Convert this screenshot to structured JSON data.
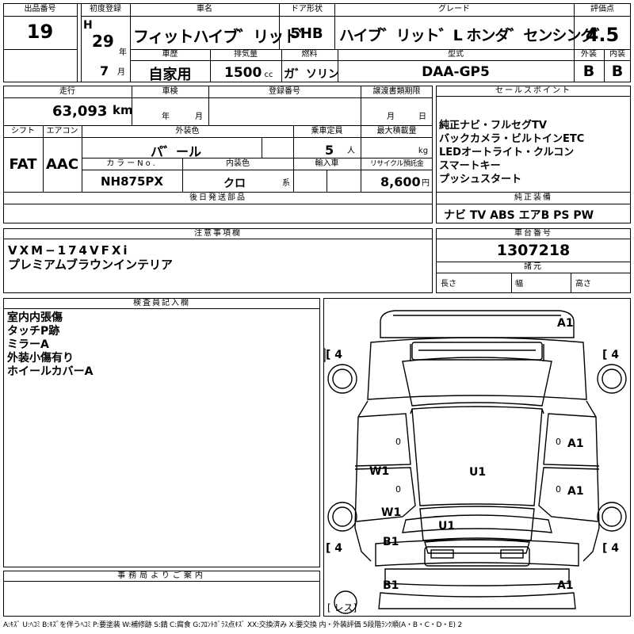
{
  "labels": {
    "lot_number": "出品番号",
    "first_registration": "初度登録",
    "car_name": "車名",
    "door_type": "ドア形状",
    "grade": "グレード",
    "score": "評価点",
    "history": "車歴",
    "displacement": "排気量",
    "fuel": "燃料",
    "model_code": "型式",
    "exterior": "外装",
    "interior": "内装",
    "mileage": "走行",
    "inspection": "車検",
    "registration_number": "登録番号",
    "transfer_deadline": "譲渡書類期限",
    "sales_points": "セールスポイント",
    "shift": "シフト",
    "aircon": "エアコン",
    "exterior_color": "外装色",
    "capacity": "乗車定員",
    "max_load": "最大積載量",
    "color_no": "カラーNo.",
    "interior_color": "内装色",
    "import": "輸入車",
    "recycle_fee": "リサイクル預託金",
    "later_parts": "後日発送部品",
    "standard_equipment": "純正装備",
    "notes": "注意事項欄",
    "chassis_number": "車台番号",
    "specs": "諸元",
    "inspector_notes": "検査員記入欄",
    "office_notice": "事務局よりご案内"
  },
  "units": {
    "year": "年",
    "month": "月",
    "cc": "cc",
    "km": "km",
    "person": "人",
    "kg": "kg",
    "yen": "円",
    "kei": "系",
    "length": "長さ",
    "width": "幅",
    "height": "高さ"
  },
  "values": {
    "lot_number": "19",
    "era": "H",
    "year": "29",
    "month": "7",
    "car_name": "フィットハイブ゛リット゛",
    "door_type": "5HB",
    "grade": "ハイブ゛リット゛L ホンダ゛センシング゛",
    "score": "4.5",
    "history": "自家用",
    "displacement": "1500",
    "fuel": "ガ゛ソリン",
    "model_code": "DAA-GP5",
    "exterior_grade": "B",
    "interior_grade": "B",
    "mileage": "63,093",
    "shift": "FAT",
    "aircon": "AAC",
    "exterior_color": "パ゛ール",
    "capacity": "5",
    "color_no": "NH875PX",
    "interior_color": "クロ",
    "recycle_fee": "8,600",
    "chassis_number": "1307218"
  },
  "sales_points": [
    "純正ナビ・フルセグTV",
    "バックカメラ・ビルトインETC",
    "LEDオートライト・クルコン",
    "スマートキー",
    "プッシュスタート"
  ],
  "equipment": "ナビ TV ABS エアB PS PW",
  "notes_lines": [
    "VXM−174VFXi",
    "プレミアムブラウンインテリア"
  ],
  "inspector_lines": [
    "室内内張傷",
    "タッチP跡",
    "ミラーA",
    "外装小傷有り",
    "ホイールカバーA"
  ],
  "diagram": {
    "marks": {
      "rear_a1": "A1",
      "right_front_door": "A1",
      "right_rear_door": "A1",
      "left_front_door": "W1",
      "left_rear_door": "W1",
      "roof": "U1",
      "hood": "U1",
      "left_front_fender": "B1",
      "front_bumper_left": "B1",
      "front_bumper_right": "A1",
      "zero_1": "0",
      "zero_2": "0",
      "zero_3": "0",
      "zero_4": "0"
    },
    "tires": {
      "rear_left": "4",
      "rear_right": "4",
      "front_left": "4",
      "front_right": "4"
    },
    "spare": "レス"
  },
  "footer": "A:ｷｽﾞ U:ﾍｺﾐ B:ｷｽﾞを伴うﾍｺﾐ P:要塗装 W:補修跡 S:錆 C:腐食 G:ﾌﾛﾝﾄｶﾞﾗｽ点ｷｽﾞ XX:交換済み X:要交換 内・外装評価 5段階ﾗﾝｸ順(A・B・C・D・E) 2"
}
